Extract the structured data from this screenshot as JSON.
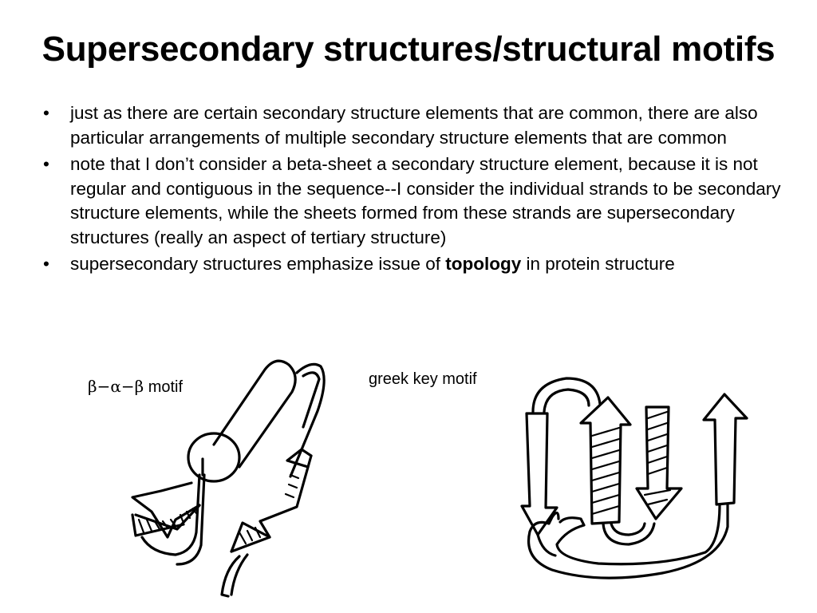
{
  "title": "Supersecondary structures/structural motifs",
  "bullets": [
    {
      "text": "just as there are certain secondary structure elements that are common, there are also particular arrangements of multiple secondary structure elements that are common"
    },
    {
      "text": "note that I don’t consider a beta-sheet a secondary structure element, because it is not regular and contiguous in the sequence--I consider the individual strands to be secondary structure elements, while the sheets formed from these strands are supersecondary structures (really an aspect of tertiary structure)"
    },
    {
      "pre": "supersecondary structures emphasize issue of ",
      "bold": "topology",
      "post": " in protein structure"
    }
  ],
  "figures": {
    "beta_alpha_beta": {
      "greek": "β−α−β",
      "label": " motif"
    },
    "greek_key": {
      "label": "greek key motif"
    }
  }
}
